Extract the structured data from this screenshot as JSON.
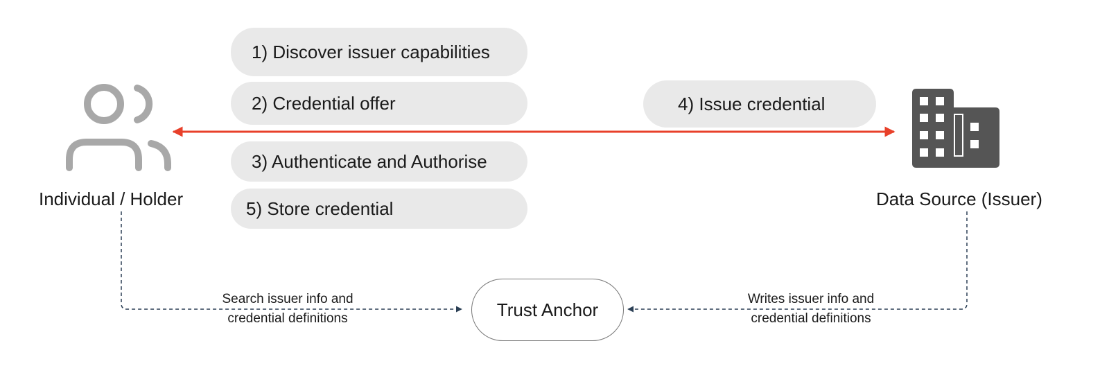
{
  "steps": [
    {
      "label": "1) Discover issuer capabilities"
    },
    {
      "label": "2) Credential offer"
    },
    {
      "label": "3) Authenticate and Authorise"
    },
    {
      "label": "5) Store credential"
    },
    {
      "label": "4) Issue credential"
    }
  ],
  "holder": {
    "label": "Individual / Holder",
    "icon": "people-icon"
  },
  "issuer": {
    "label": "Data Source (Issuer)",
    "icon": "building-icon"
  },
  "trust_anchor": {
    "label": "Trust Anchor"
  },
  "left_note": {
    "line1": "Search issuer info and",
    "line2": "credential definitions"
  },
  "right_note": {
    "line1": "Writes issuer info and",
    "line2": "credential definitions"
  },
  "colors": {
    "main_arrow": "#e8402a",
    "dashed_arrow": "#2b3f55",
    "icon": "#a8a8a8",
    "building": "#555555",
    "pill": "#e9e9e9"
  }
}
